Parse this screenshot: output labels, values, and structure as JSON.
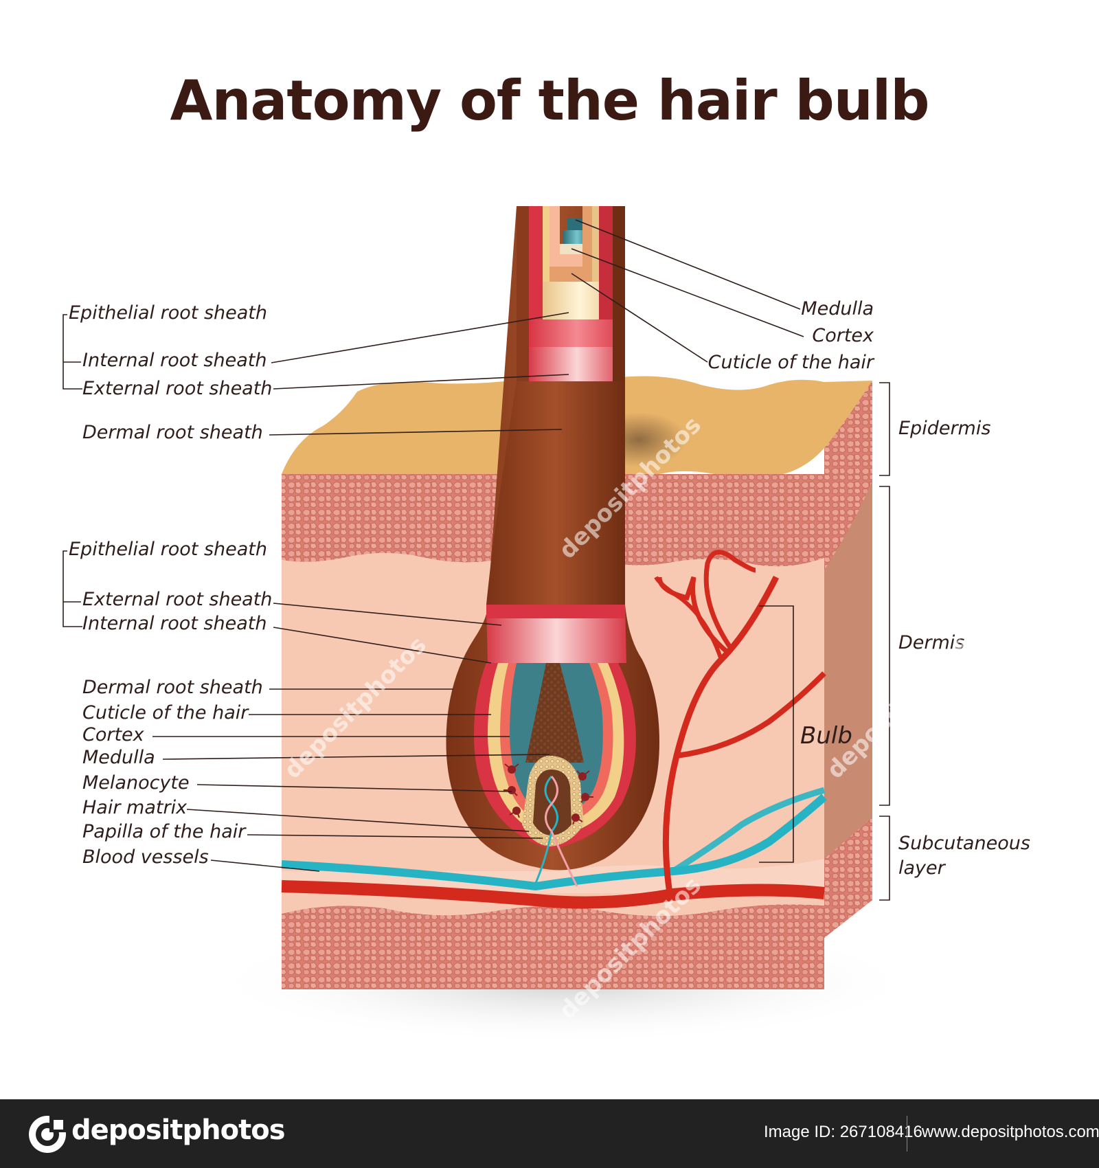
{
  "title": "Anatomy of the hair bulb",
  "labels_left_top": {
    "epithelial": "Epithelial root sheath",
    "internal": "Internal root sheath",
    "external": "External root sheath",
    "dermal": "Dermal root sheath"
  },
  "labels_left_bottom": {
    "epithelial": "Epithelial root sheath",
    "external": "External root sheath",
    "internal": "Internal root sheath",
    "dermal": "Dermal root sheath",
    "cuticle": "Cuticle of the hair",
    "cortex": "Cortex",
    "medulla": "Medulla",
    "melanocyte": "Melanocyte",
    "matrix": "Hair matrix",
    "papilla": "Papilla of the hair",
    "vessels": "Blood vessels"
  },
  "labels_right_top": {
    "medulla": "Medulla",
    "cortex": "Cortex",
    "cuticle": "Cuticle of the hair"
  },
  "layer_labels": {
    "epidermis": "Epidermis",
    "dermis": "Dermis",
    "bulb": "Bulb",
    "subcutaneous_1": "Subcutaneous",
    "subcutaneous_2": "layer"
  },
  "footer": {
    "brand": "depositphotos",
    "image_id": "Image ID: 267108416",
    "site": "www.depositphotos.com"
  },
  "watermark": "depositphotos",
  "colors": {
    "title": "#3b1a14",
    "epidermis_top": "#e8b46a",
    "skin_cells": "#d97f72",
    "dermis": "#f6c7b1",
    "hair_brown": "#8a3b1e",
    "sheath_red": "#e04a55",
    "medulla_teal": "#3e8089",
    "artery": "#d42a1e",
    "vein": "#26b4c4",
    "footer_bg": "#222222"
  }
}
